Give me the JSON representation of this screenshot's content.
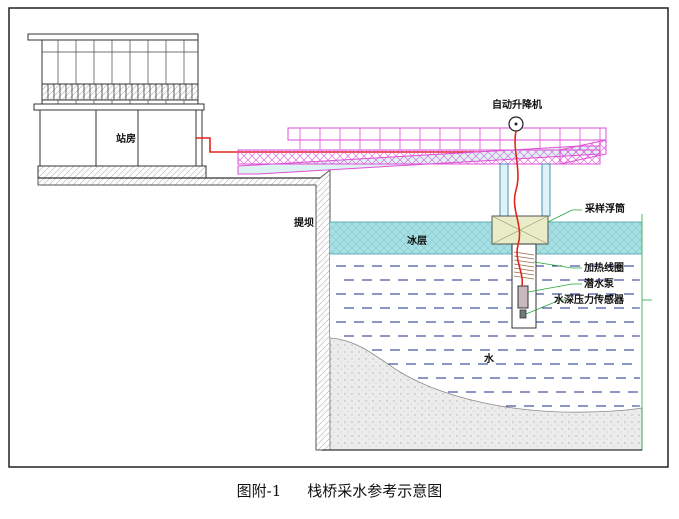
{
  "labels": {
    "station": "站房",
    "lift": "自动升降机",
    "embankment": "提坝",
    "float_tube": "采样浮筒",
    "ice": "冰层",
    "heating_coil": "加热线圈",
    "pump": "潜水泵",
    "pressure_sensor": "水深压力传感器",
    "water": "水"
  },
  "caption": {
    "number": "图附-1",
    "title": "栈桥采水参考示意图"
  },
  "colors": {
    "ice": "#a8dfe2",
    "water": "#ffffff",
    "water_lines": "#1b2a8c",
    "bridge_rail": "#e14fd6",
    "cable": "#e0261d",
    "leader_lines": "#22a63c",
    "sediment": "#ececec",
    "ground": "#6b6b6b"
  }
}
